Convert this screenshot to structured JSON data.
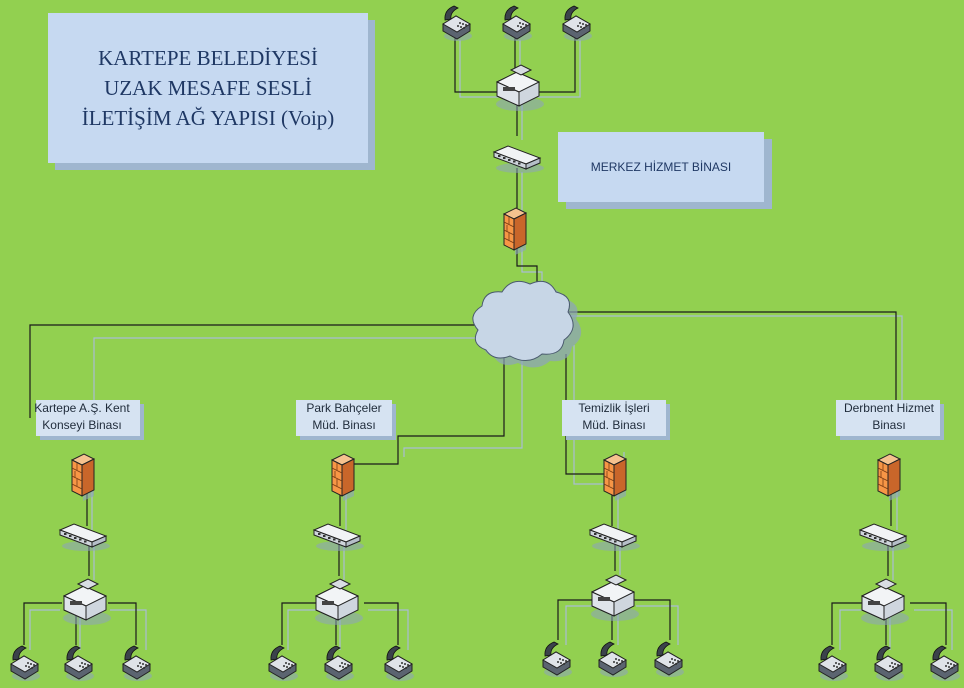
{
  "diagram": {
    "title": "KARTEPE BELEDİYESİ\nUZAK MESAFE SESLİ\nİLETİŞİM AĞ YAPISI (Voip)",
    "headquarters_label": "MERKEZ HİZMET BİNASI",
    "branches": [
      {
        "label": "Kartepe A.Ş. Kent\nKonseyi Binası"
      },
      {
        "label": "Park Bahçeler\nMüd. Binası"
      },
      {
        "label": "Temizlik İşleri\nMüd. Binası"
      },
      {
        "label": "Derbnent Hizmet\nBinası"
      }
    ],
    "colors": {
      "background": "#92d050",
      "label_box": "#c6d9f1",
      "firewall": "#f79646",
      "device": "#e8edf2",
      "cloud": "#c7d6e6",
      "link": "#1a1a1a"
    },
    "icons": [
      "telephone-icon",
      "pbx-icon",
      "switch-icon",
      "firewall-icon",
      "cloud-icon"
    ]
  }
}
